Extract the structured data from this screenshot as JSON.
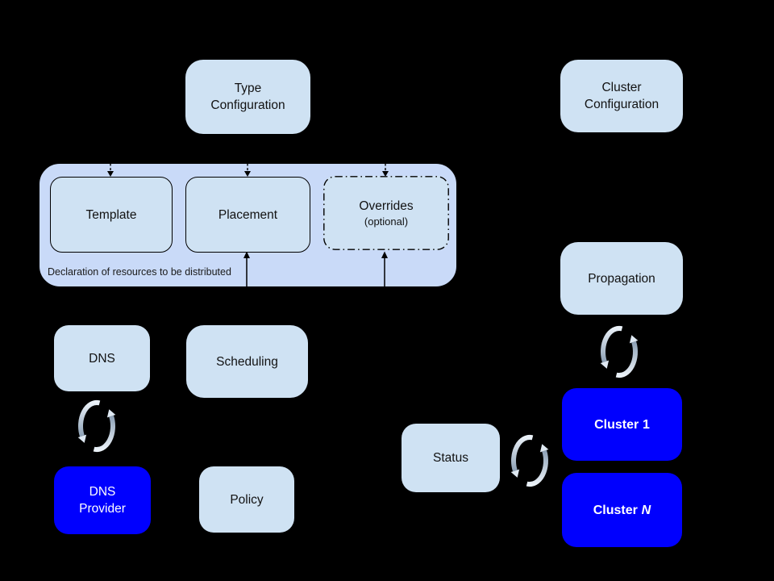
{
  "diagram_type": "architecture-flow-diagram",
  "colors": {
    "background": "#000000",
    "node_fill_light": "#cfe2f3",
    "group_fill": "#c9daf8",
    "node_fill_accent_blue": "#0000fe",
    "text_dark": "#121212",
    "text_light": "#ffffff",
    "connector": "#000000",
    "sync_arrow_light": "#eaf1f8",
    "sync_arrow_dark": "#8da1b6"
  },
  "icons": {
    "sync": "circular-refresh-arrows"
  },
  "nodes": {
    "type_configuration": {
      "line1": "Type",
      "line2": "Configuration"
    },
    "cluster_configuration": {
      "line1": "Cluster",
      "line2": "Configuration"
    },
    "resource_group": {
      "caption": "Declaration of resources to be distributed"
    },
    "template": {
      "label": "Template"
    },
    "placement": {
      "label": "Placement"
    },
    "overrides": {
      "label": "Overrides",
      "note": "(optional)"
    },
    "propagation": {
      "label": "Propagation"
    },
    "dns": {
      "label": "DNS"
    },
    "scheduling": {
      "label": "Scheduling"
    },
    "dns_provider": {
      "line1": "DNS",
      "line2": "Provider"
    },
    "policy": {
      "label": "Policy"
    },
    "status": {
      "label": "Status"
    },
    "cluster_1": {
      "prefix": "Cluster",
      "suffix": "1"
    },
    "cluster_n": {
      "prefix": "Cluster",
      "suffix": "N"
    }
  },
  "connectors": {
    "arrows_into_group_top": [
      "Template",
      "Placement",
      "Overrides"
    ],
    "arrows_into_group_bottom": [
      "Placement",
      "Overrides"
    ],
    "sync_pairs": [
      [
        "DNS",
        "DNS Provider"
      ],
      [
        "Propagation",
        "Cluster 1"
      ],
      [
        "Status",
        "Cluster 1"
      ]
    ]
  }
}
